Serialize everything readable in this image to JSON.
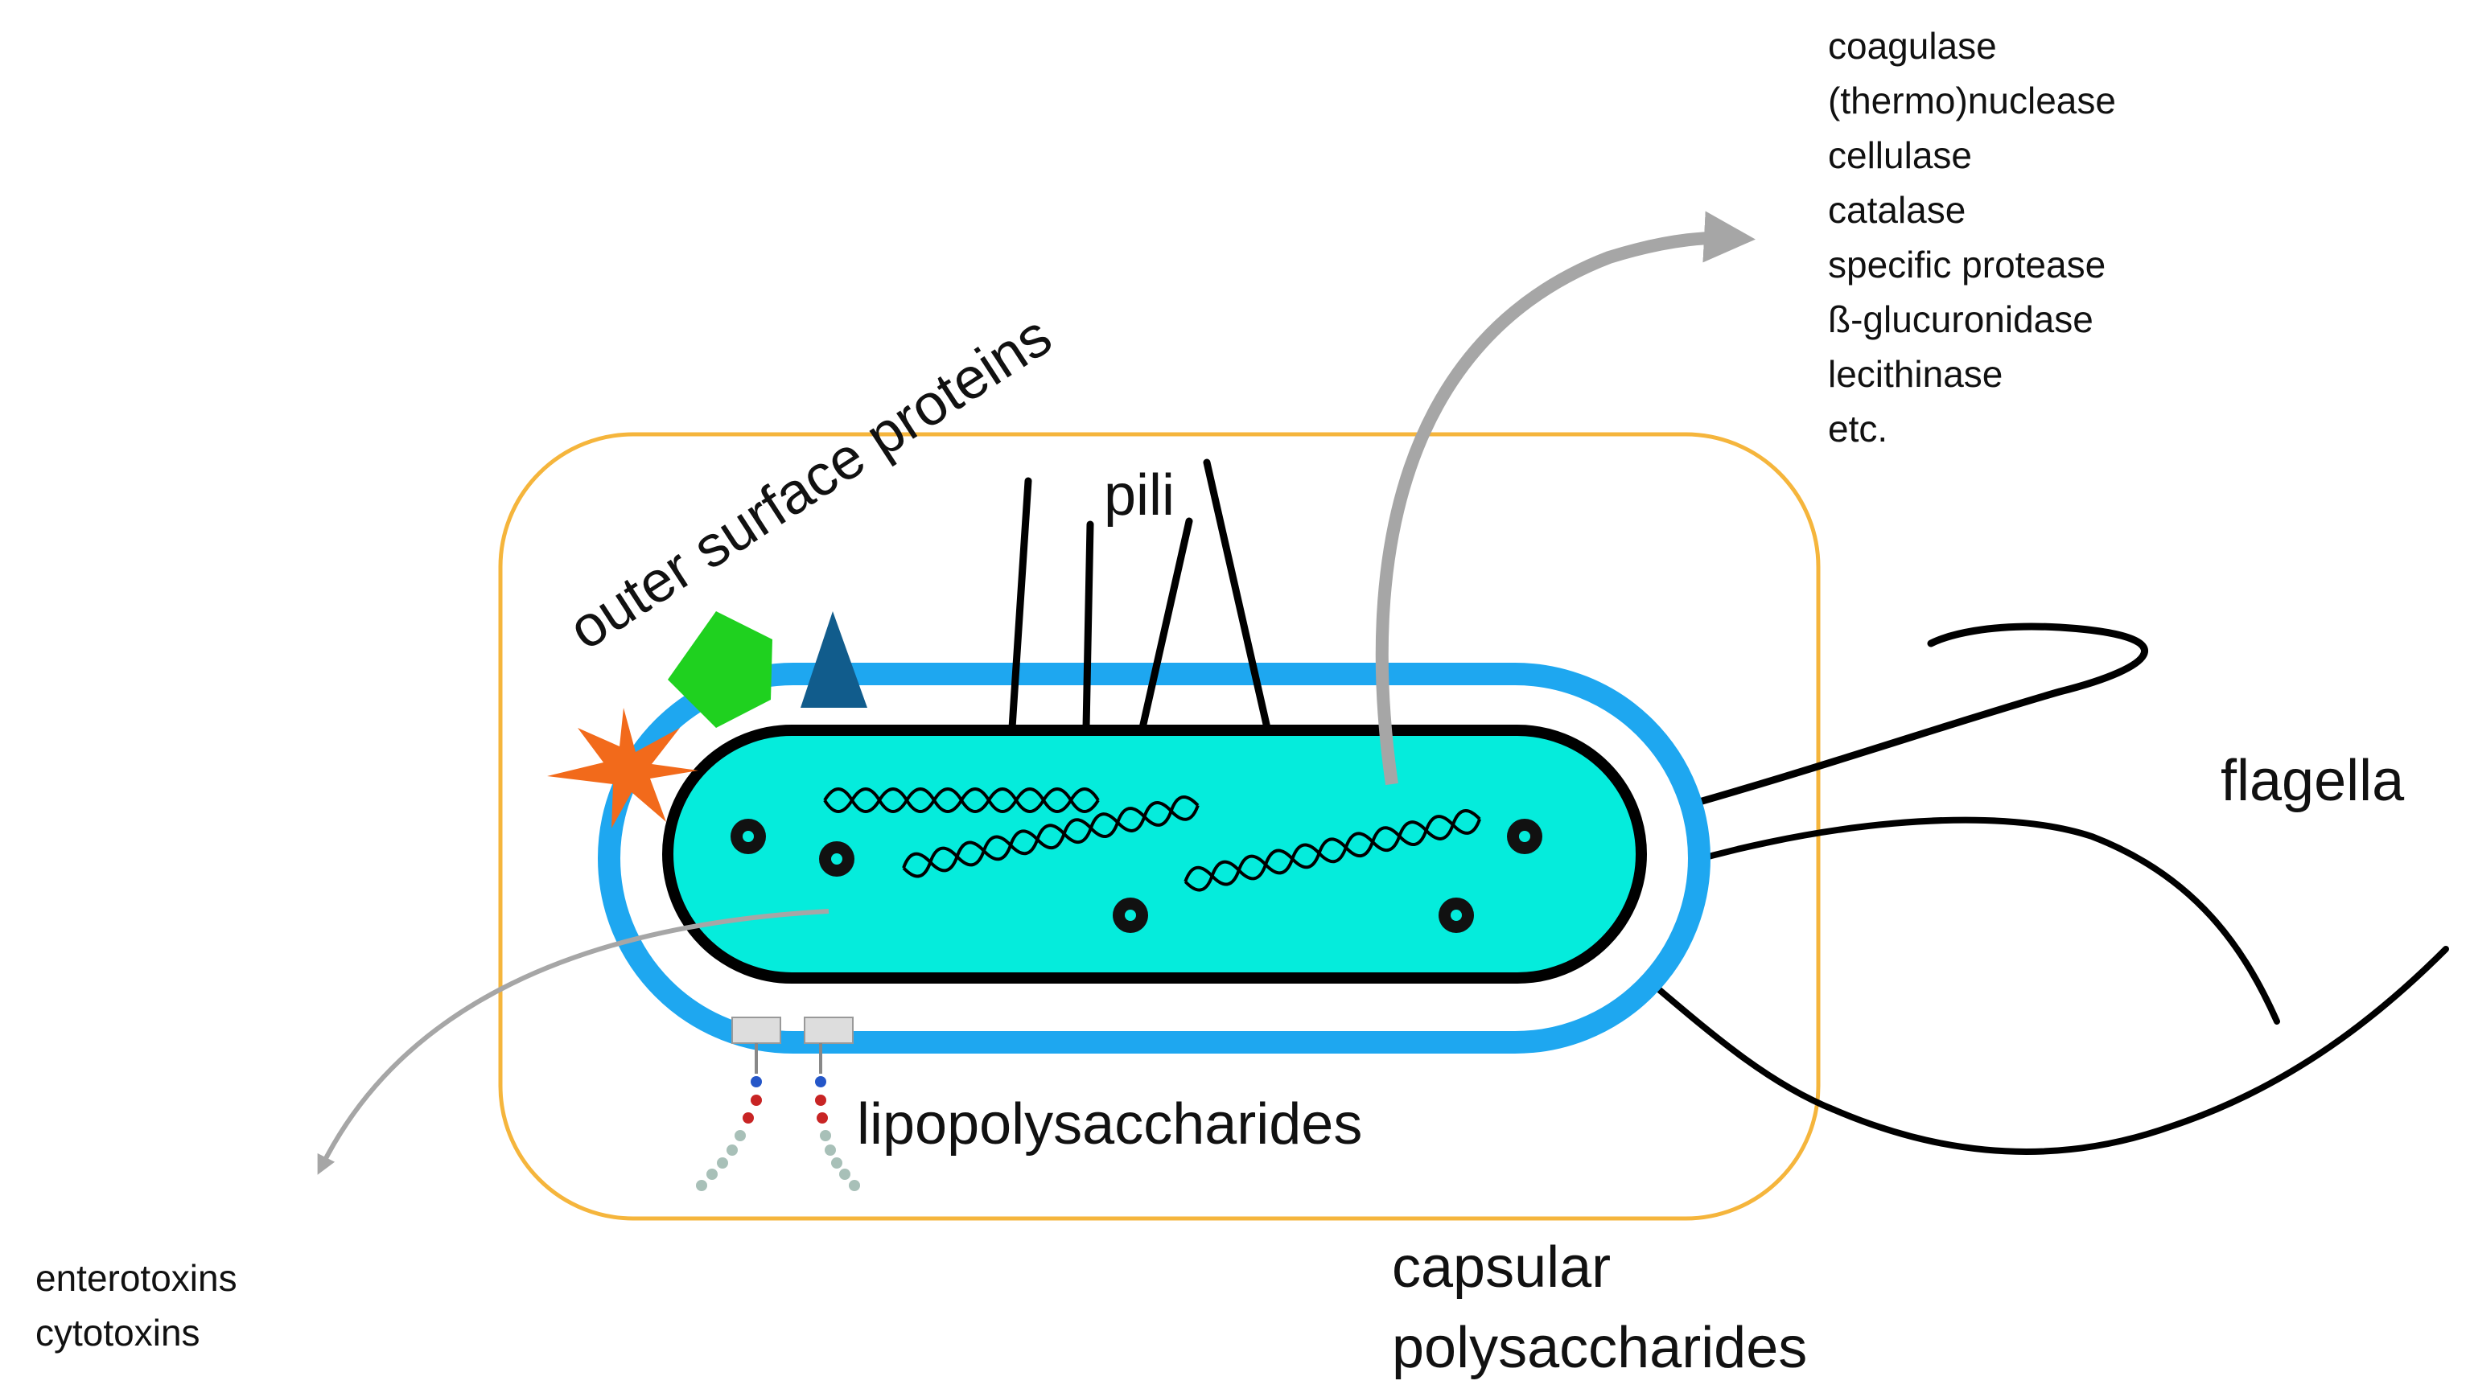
{
  "labels": {
    "pili": "pili",
    "outer_surface_proteins": "outer surface proteins",
    "flagella": "flagella",
    "lipopolysaccharides": "lipopolysaccharides",
    "capsular_line1": "capsular",
    "capsular_line2": "polysaccharides"
  },
  "secreted_enzymes": [
    "coagulase",
    "(thermo)nuclease",
    "cellulase",
    "catalase",
    "specific protease",
    "ß-glucuronidase",
    "lecithinase",
    "etc."
  ],
  "toxins": [
    "enterotoxins",
    "cytotoxins"
  ],
  "colors": {
    "capsule": "#f5b53c",
    "outer_membrane": "#1ea7f0",
    "cytoplasm": "#05ecdc",
    "cell_wall": "#000000",
    "pentagon": "#1fd11f",
    "triangle": "#115c8c",
    "star": "#f26a1b",
    "arrow": "#a6a6a6"
  }
}
